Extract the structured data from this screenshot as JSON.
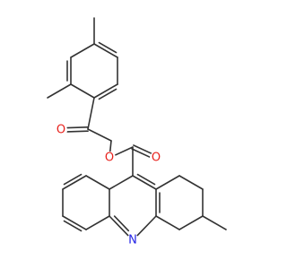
{
  "diagram": {
    "type": "skeletal-structure",
    "colors": {
      "bond": "#333333",
      "oxygen": "#e8211c",
      "nitrogen": "#2323e6",
      "background": "#ffffff"
    },
    "atoms": {
      "o_ketone": "O",
      "o_ester_single": "O",
      "o_ester_double": "O",
      "n_ring": "N"
    }
  }
}
